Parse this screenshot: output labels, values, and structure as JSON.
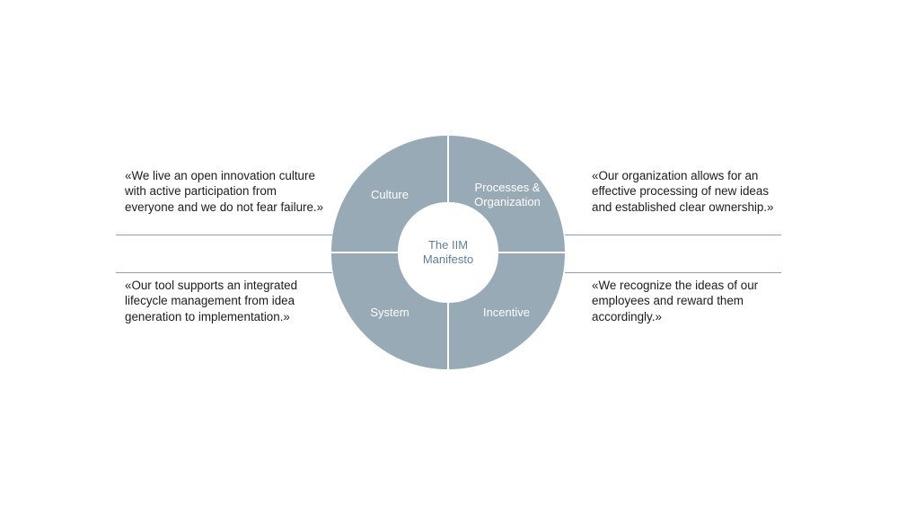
{
  "colors": {
    "segment_fill": "#97aab6",
    "center_text": "#5f7f98",
    "rule_line": "#8ea1ae",
    "quote_text": "#1c1c1c"
  },
  "diagram": {
    "center_label": {
      "line1": "The IIM",
      "line2": "Manifesto"
    },
    "segments": {
      "culture": {
        "label": "Culture"
      },
      "processes": {
        "line1": "Processes &",
        "line2": "Organization"
      },
      "system": {
        "label": "System"
      },
      "incentive": {
        "label": "Incentive"
      }
    }
  },
  "quotes": {
    "culture": "«We live an open innovation culture  with active participation from everyone and we do not fear failure.»",
    "processes": "«Our organization allows for an effective processing of new ideas and established clear ownership.»",
    "system": "«Our tool supports an integrated lifecycle management from idea generation to implementation.»",
    "incentive": "«We recognize the ideas of our employees and reward them accordingly.»"
  }
}
